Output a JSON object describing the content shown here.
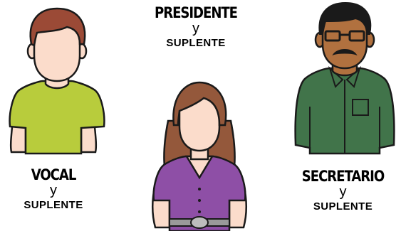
{
  "roles": [
    {
      "role": "PRESIDENTE",
      "conjunction": "y",
      "alternate": "SUPLENTE"
    },
    {
      "role": "VOCAL",
      "conjunction": "y",
      "alternate": "SUPLENTE"
    },
    {
      "role": "SECRETARIO",
      "conjunction": "y",
      "alternate": "SUPLENTE"
    }
  ],
  "colors": {
    "outline": "#1a1a1a",
    "skin_light": "#fbdccb",
    "skin_dark": "#b1713f",
    "vocal_hair": "#9b4a36",
    "vocal_shirt": "#b8cc3c",
    "president_hair": "#94583b",
    "president_blouse": "#8e4fa6",
    "secretary_hair": "#1a1a1a",
    "secretary_shirt": "#41744a"
  },
  "icons": {
    "vocal": "man-green-shirt-illustration",
    "president": "woman-purple-blouse-illustration",
    "secretary": "man-glasses-mustache-illustration"
  }
}
